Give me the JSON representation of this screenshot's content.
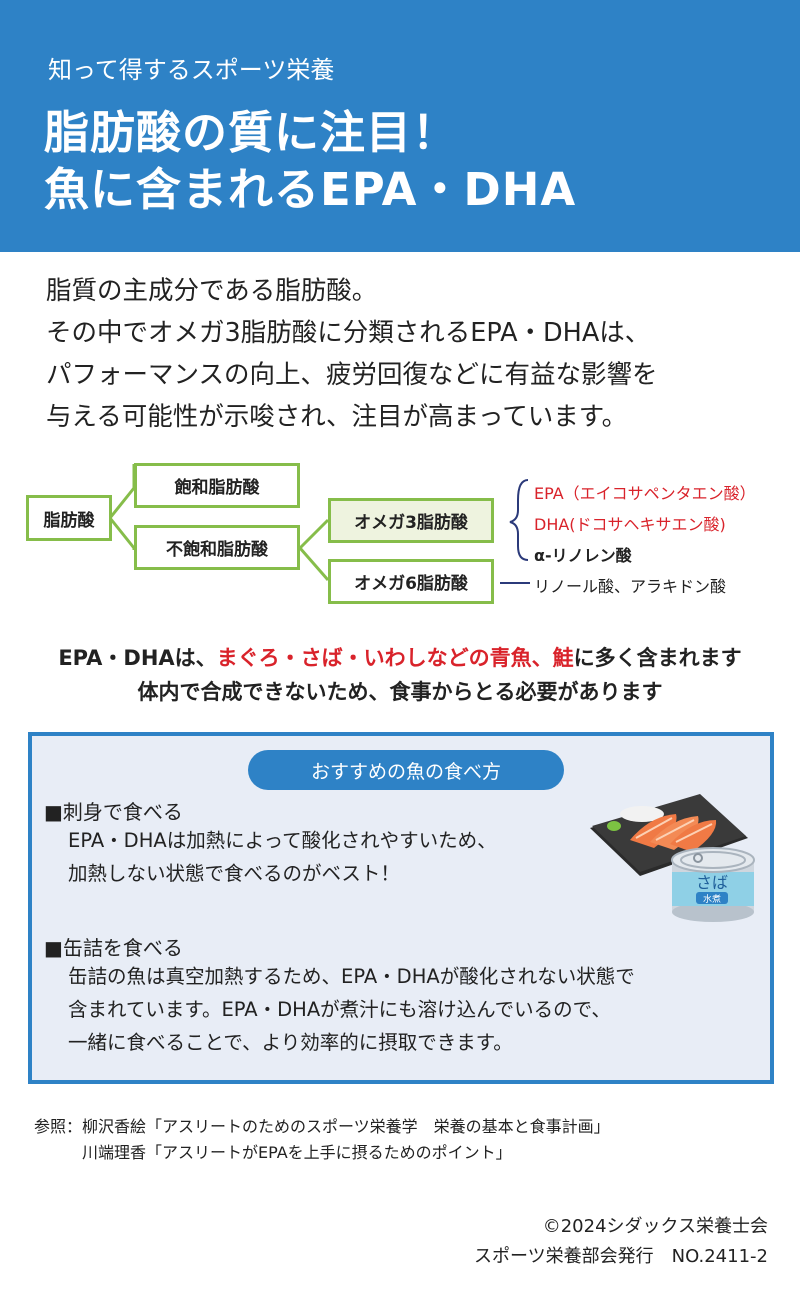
{
  "header": {
    "kicker": "知って得するスポーツ栄養",
    "title_line1": "脂肪酸の質に注目！",
    "title_line2": "魚に含まれるEPA・DHA"
  },
  "intro": [
    "脂質の主成分である脂肪酸。",
    "その中でオメガ3脂肪酸に分類されるEPA・DHAは、",
    "パフォーマンスの向上、疲労回復などに有益な影響を",
    "与える可能性が示唆され、注目が高まっています。"
  ],
  "tree": {
    "root": "脂肪酸",
    "saturated": "飽和脂肪酸",
    "unsaturated": "不飽和脂肪酸",
    "omega3": "オメガ3脂肪酸",
    "omega6": "オメガ6脂肪酸",
    "omega3_items": {
      "epa": "EPA（エイコサペンタエン酸）",
      "dha": "DHA(ドコサヘキサエン酸)",
      "ala": "α-リノレン酸"
    },
    "omega6_items": "リノール酸、アラキドン酸",
    "colors": {
      "box_border": "#86bd4a",
      "highlight_fill": "#eef3df",
      "red": "#d9232b"
    }
  },
  "statement": {
    "line1_prefix": "EPA・DHAは、",
    "line1_fish": "まぐろ・さば・いわしなどの青魚",
    "line1_sep": "、",
    "line1_salmon": "鮭",
    "line1_suffix": "に多く含まれます",
    "line2": "体内で合成できないため、食事からとる必要があります"
  },
  "fish_box": {
    "title": "おすすめの魚の食べ方",
    "raw": {
      "heading": "■刺身で食べる",
      "lines": [
        "EPA・DHAは加熱によって酸化されやすいため、",
        "加熱しない状態で食べるのがベスト！"
      ]
    },
    "canned": {
      "heading": "■缶詰を食べる",
      "lines": [
        "缶詰の魚は真空加熱するため、EPA・DHAが酸化されない状態で",
        "含まれています。EPA・DHAが煮汁にも溶け込んでいるので、",
        "一緒に食べることで、より効率的に摂取できます。"
      ]
    },
    "can_label": "さば",
    "can_sublabel": "水煮",
    "colors": {
      "border": "#2e82c6",
      "fill": "#e8edf6"
    }
  },
  "references": [
    "参照：柳沢香絵「アスリートのためのスポーツ栄養学　栄養の基本と食事計画」",
    "　　　川端理香「アスリートがEPAを上手に摂るためのポイント」"
  ],
  "footer": {
    "copyright": "©2024シダックス栄養士会",
    "issuer": "スポーツ栄養部会発行　NO.2411-2"
  }
}
